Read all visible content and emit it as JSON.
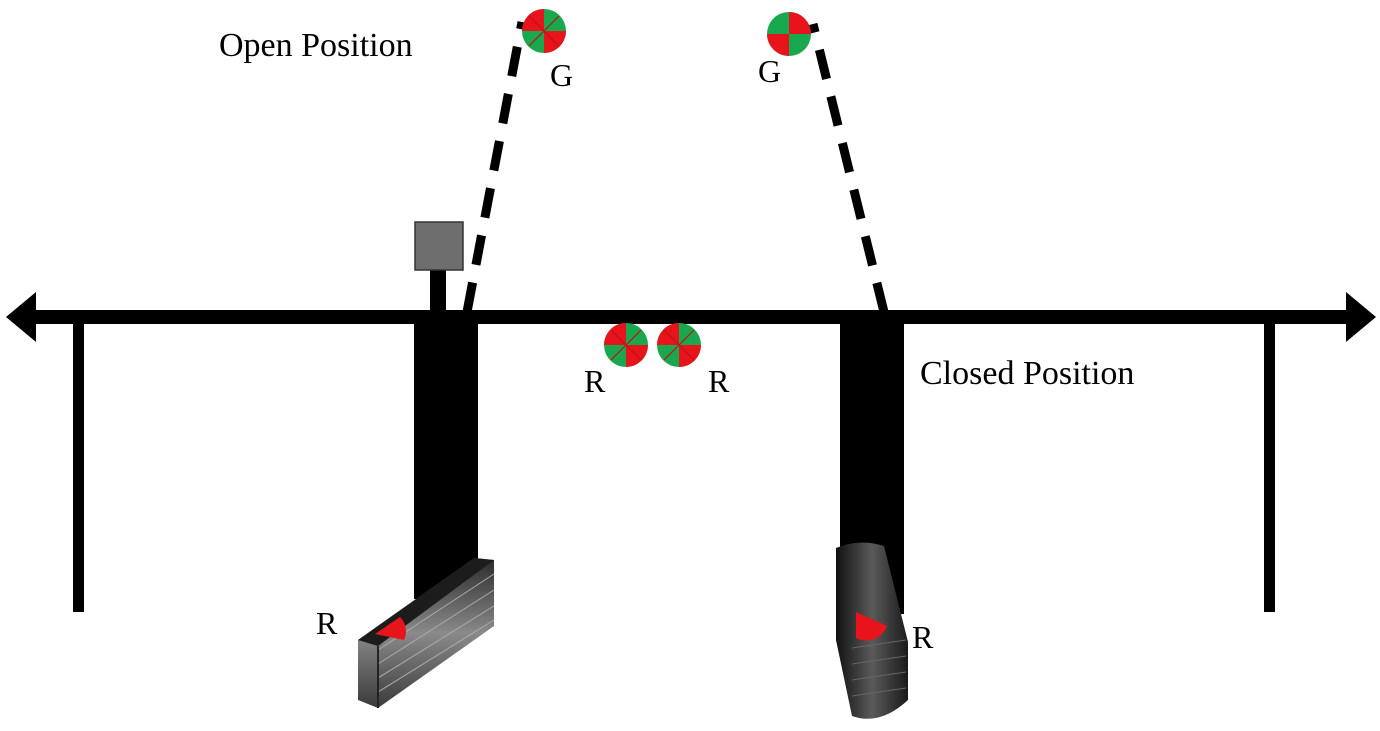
{
  "labels": {
    "open_position": "Open Position",
    "closed_position": "Closed Position",
    "green_left": "G",
    "green_right": "G",
    "red_mid_left": "R",
    "red_mid_right": "R",
    "red_block_left": "R",
    "red_block_right": "R"
  },
  "colors": {
    "line": "#000000",
    "box": "#6e6e6e",
    "indicator_green": "#1aa84e",
    "indicator_red": "#e8141b",
    "background": "#ffffff"
  },
  "icons": {
    "indicator": "red-green-indicator-icon",
    "sensor_box": "sensor-box-icon",
    "actuator_block": "actuator-block-icon",
    "arrow": "arrowhead-icon"
  }
}
